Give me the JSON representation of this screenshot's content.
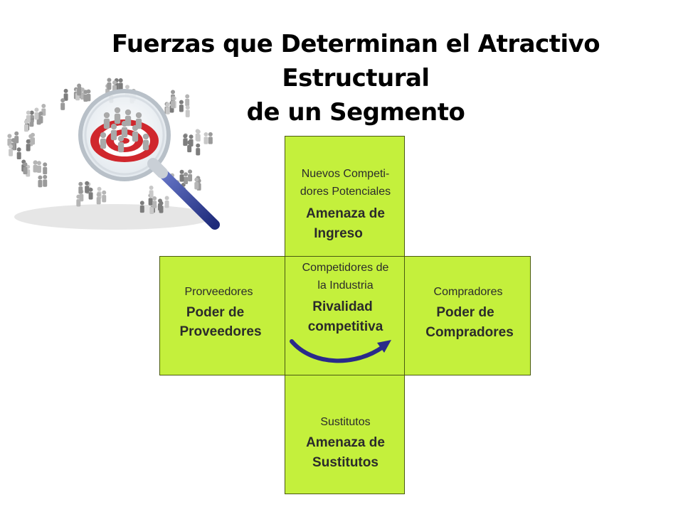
{
  "title": {
    "line1": "Fuerzas que Determinan el Atractivo Estructural",
    "line2": "de un Segmento"
  },
  "colors": {
    "box_fill": "#c4f03c",
    "arrow": "#2a2a8a",
    "target_red": "#d0272d"
  },
  "hero": {
    "icon": "magnifier-crowd-target-icon"
  },
  "forces": {
    "top": {
      "line1": "Nuevos Competi-",
      "line2": "dores Potenciales",
      "strong1": "Amenaza de",
      "strong2": "Ingreso"
    },
    "left": {
      "line1": "Prorveedores",
      "strong1": "Poder de",
      "strong2": "Proveedores"
    },
    "center": {
      "line1": "Competidores de",
      "line2": "la Industria",
      "strong1": "Rivalidad",
      "strong2": "competitiva"
    },
    "right": {
      "line1": "Compradores",
      "strong1": "Poder de",
      "strong2": "Compradores"
    },
    "bottom": {
      "line1": "Sustitutos",
      "strong1": "Amenaza de",
      "strong2": "Sustitutos"
    }
  }
}
